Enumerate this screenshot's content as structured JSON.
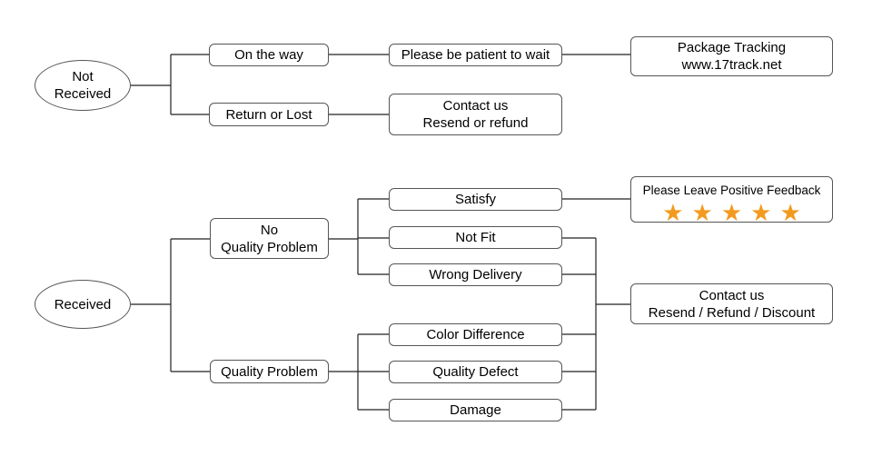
{
  "not_received": {
    "root": [
      "Not",
      "Received"
    ],
    "on_the_way": "On the way",
    "return_or_lost": "Return or Lost",
    "wait": "Please be patient to wait",
    "tracking": [
      "Package Tracking",
      "www.17track.net"
    ],
    "contact": [
      "Contact us",
      "Resend or refund"
    ]
  },
  "received": {
    "root": "Received",
    "no_quality_problem": [
      "No",
      "Quality Problem"
    ],
    "quality_problem": "Quality Problem",
    "satisfy": "Satisfy",
    "not_fit": "Not Fit",
    "wrong_delivery": "Wrong Delivery",
    "color_difference": "Color Difference",
    "quality_defect": "Quality Defect",
    "damage": "Damage",
    "feedback": {
      "title": "Please Leave Positive Feedback",
      "stars": 5,
      "star_color": "#f39a1e"
    },
    "contact": [
      "Contact us",
      "Resend / Refund / Discount"
    ]
  }
}
